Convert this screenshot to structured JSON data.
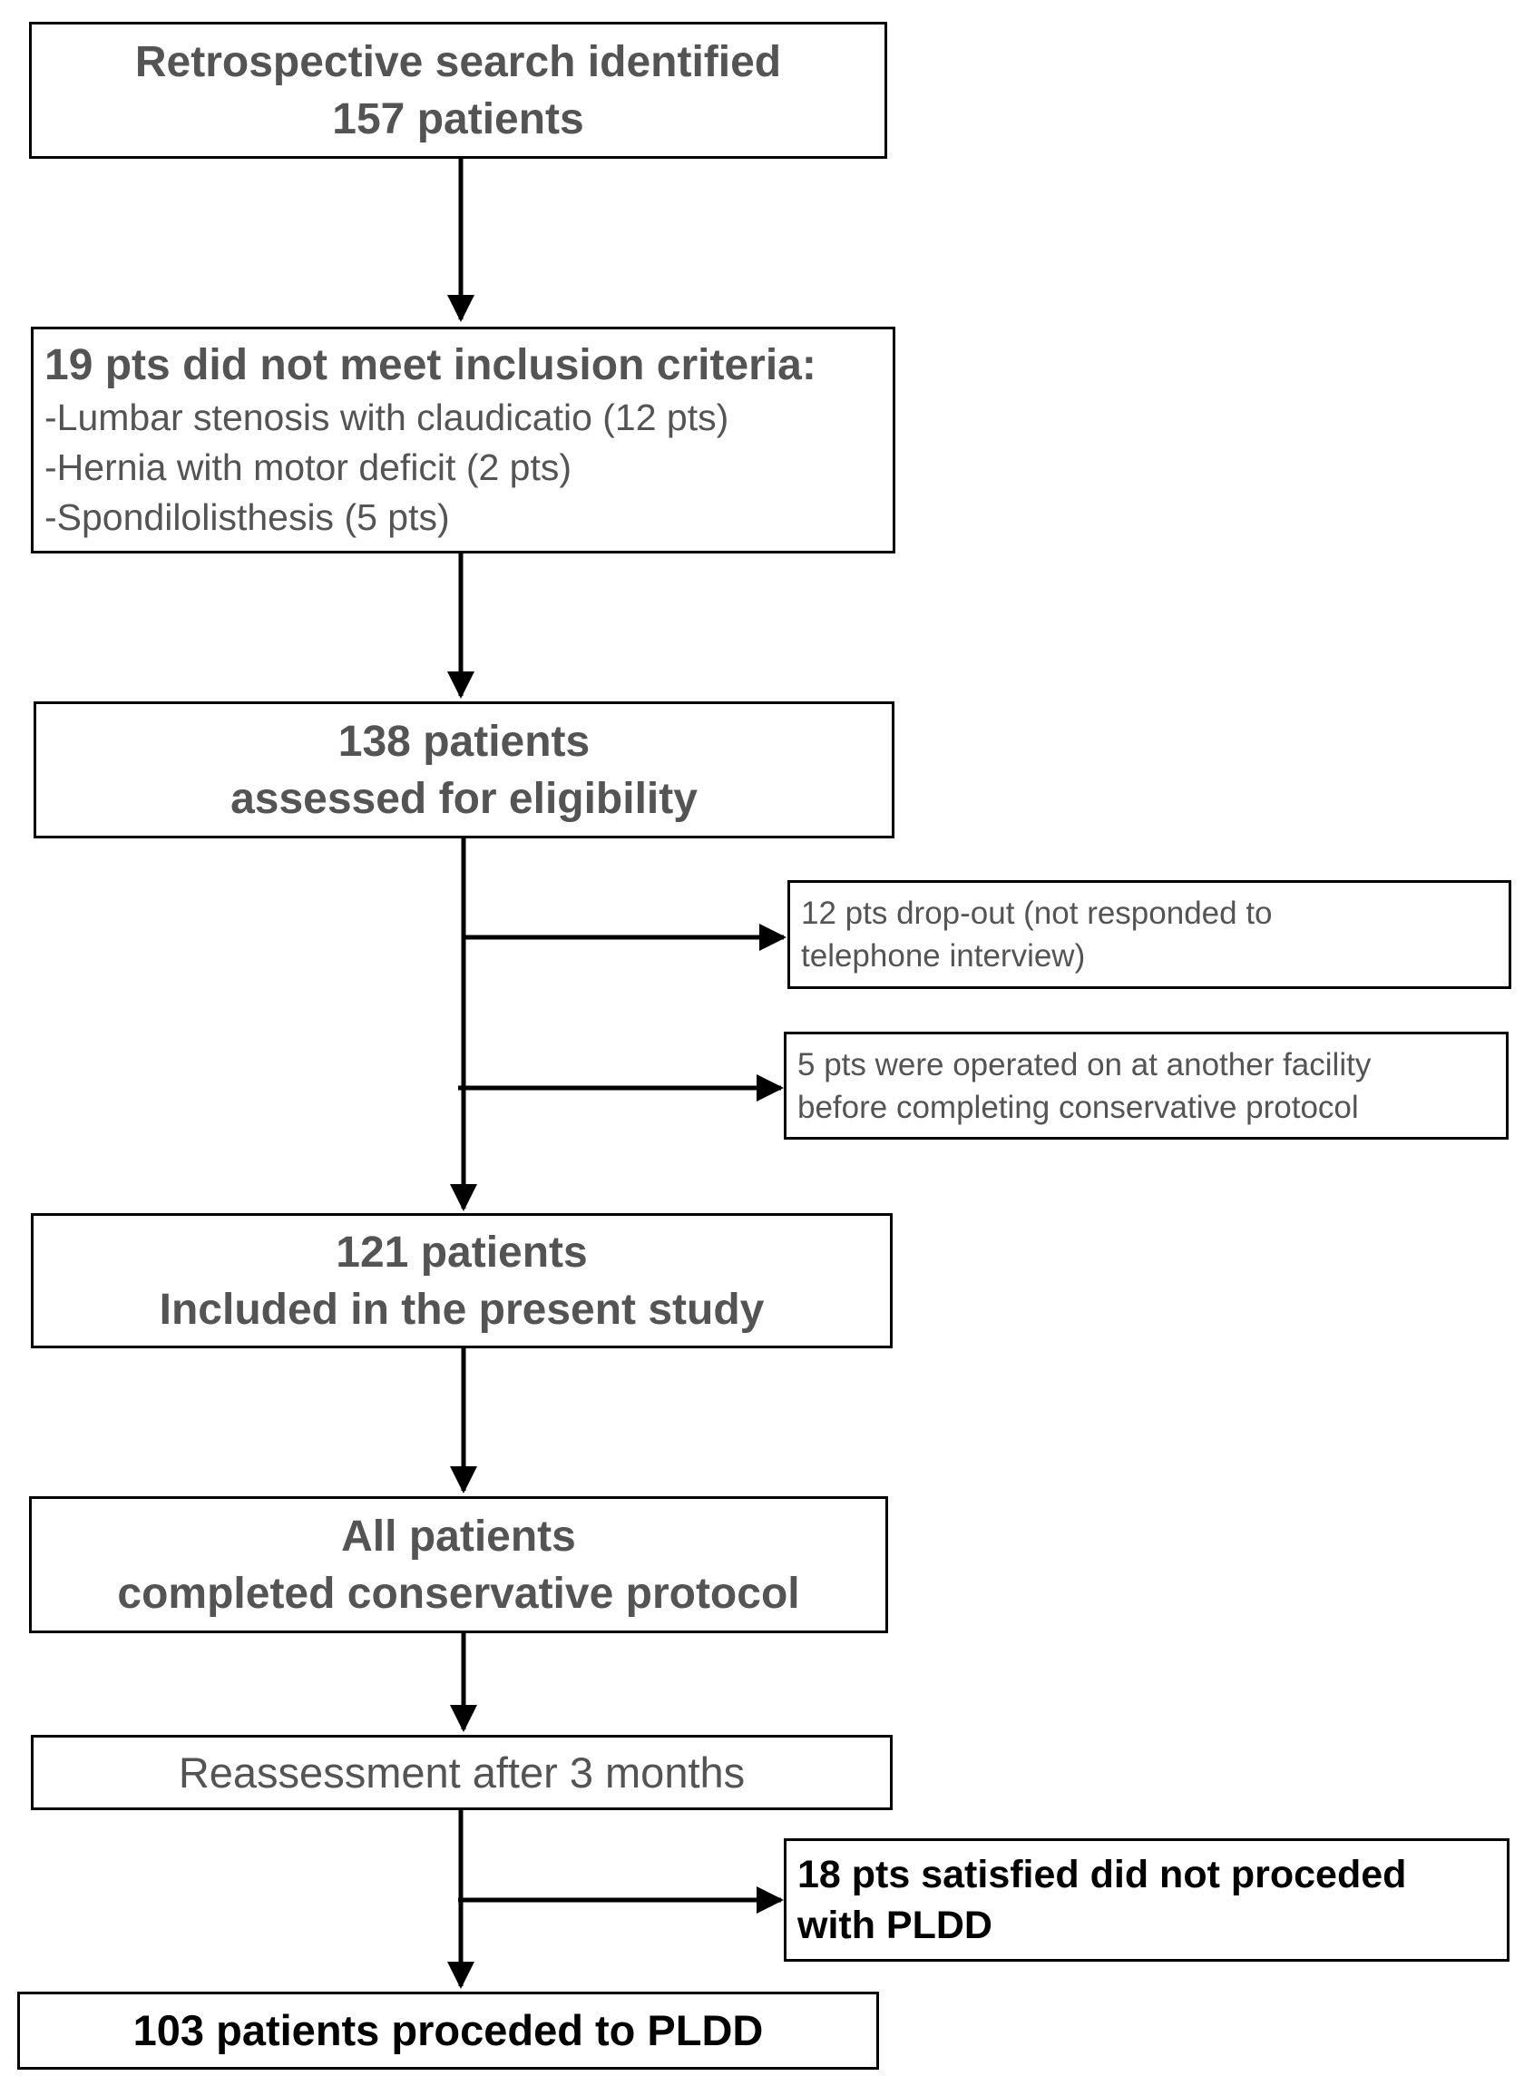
{
  "boxes": {
    "search": {
      "line1": "Retrospective search identified",
      "line2": "157 patients"
    },
    "excluded": {
      "title": "19 pts did not meet inclusion criteria:",
      "items": [
        "-Lumbar stenosis with claudicatio (12 pts)",
        "-Hernia with motor deficit (2 pts)",
        "-Spondilolisthesis (5 pts)"
      ]
    },
    "assessed": {
      "line1": "138 patients",
      "line2": "assessed for eligibility"
    },
    "dropout": {
      "line1": "12 pts drop-out (not responded to",
      "line2": "telephone interview)"
    },
    "operated": {
      "line1": "5 pts were operated on at another facility",
      "line2": "before completing conservative protocol"
    },
    "included": {
      "line1": "121 patients",
      "line2": "Included in the present study"
    },
    "completed": {
      "line1": "All patients",
      "line2": "completed conservative protocol"
    },
    "reassessment": {
      "text": "Reassessment after 3 months"
    },
    "satisfied": {
      "line1": "18 pts satisfied did not proceded",
      "line2": "with PLDD"
    },
    "pldd": {
      "text": "103 patients proceded to PLDD"
    }
  }
}
